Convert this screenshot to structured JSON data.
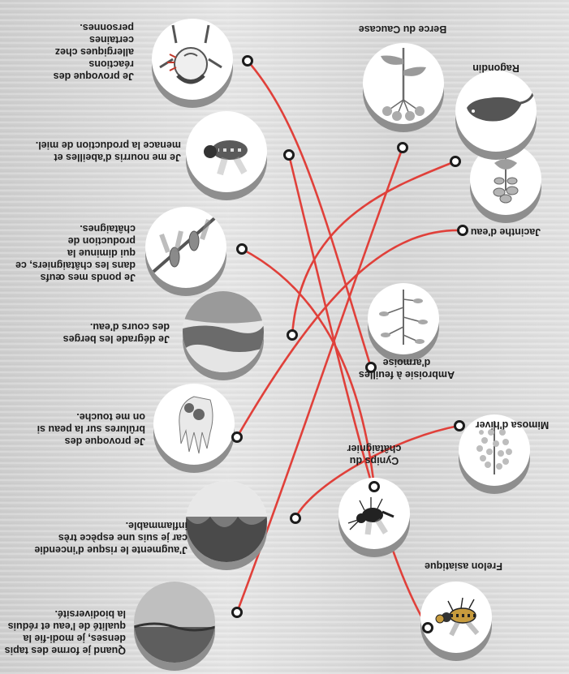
{
  "species": {
    "frelon": "Frelon asiatique",
    "mimosa": "Mimosa d'hiver",
    "cynips": "Cynips du châtaignier",
    "ambroisie": "Ambroisie à feuilles d'armoise",
    "jacinthe": "Jacinthe d'eau",
    "ragondin": "Ragondin",
    "berce": "Berce du Caucase"
  },
  "impacts": {
    "jussie": "Quand je forme des tapis denses, je modi-fie la qualité de l'eau et réduis la biodiversité.",
    "incendie": "J'augmente le risque d'incendie car je suis une espèce très inflammable.",
    "brulures": "Je provoque des brûlures sur la peau si on me touche.",
    "berges": "Je dégrade les berges des cours d'eau.",
    "chataignes": "Je ponds mes œufs dans les châtaigniers, ce qui diminue la production de châtaignes.",
    "abeilles": "Je me nourris d'abeilles et menace la production de miel.",
    "allergies": "Je provoque des réactions allergiques chez certaines personnes."
  },
  "colors": {
    "line": "#e0403a",
    "dot_border": "#1c1c1c",
    "medallion_rim": "#8e8e8e"
  }
}
